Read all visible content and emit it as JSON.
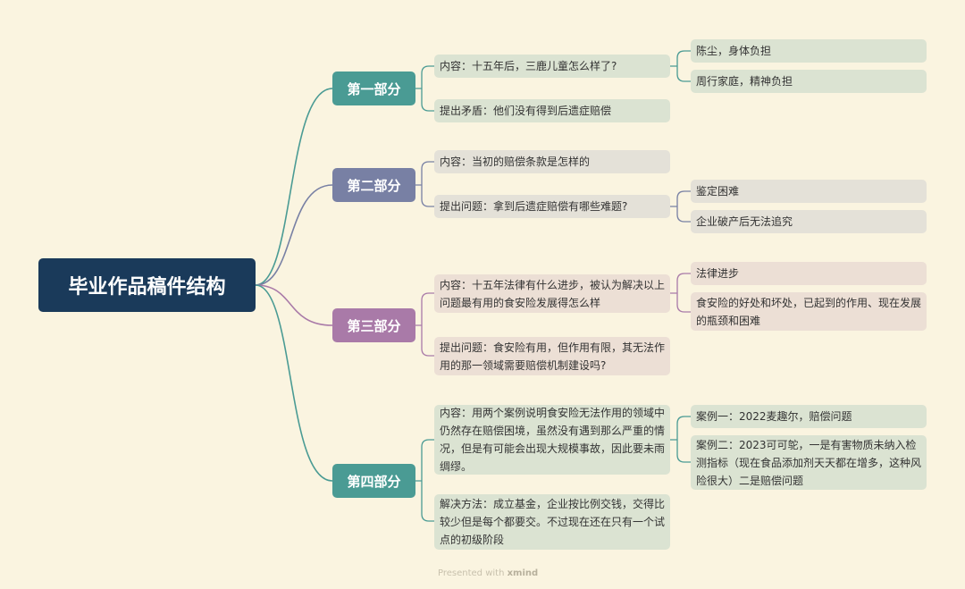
{
  "root": {
    "title": "毕业作品稿件结构"
  },
  "colors": {
    "root": "#1a3a5a",
    "part1": "#4a9b94",
    "part2": "#7880a4",
    "part3": "#a97aa8",
    "part4": "#4a9b94"
  },
  "parts": [
    {
      "label": "第一部分",
      "items": [
        {
          "text": "内容：十五年后，三鹿儿童怎么样了?",
          "children": [
            "陈尘，身体负担",
            "周行家庭，精神负担"
          ]
        },
        {
          "text": "提出矛盾：他们没有得到后遗症赔偿",
          "children": []
        }
      ]
    },
    {
      "label": "第二部分",
      "items": [
        {
          "text": "内容：当初的赔偿条款是怎样的",
          "children": []
        },
        {
          "text": "提出问题：拿到后遗症赔偿有哪些难题?",
          "children": [
            "鉴定困难",
            "企业破产后无法追究"
          ]
        }
      ]
    },
    {
      "label": "第三部分",
      "items": [
        {
          "text": "内容：十五年法律有什么进步，被认为解决以上问题最有用的食安险发展得怎么样",
          "children": [
            "法律进步",
            "食安险的好处和坏处，已起到的作用、现在发展的瓶颈和困难"
          ]
        },
        {
          "text": "提出问题：食安险有用，但作用有限，其无法作用的那一领域需要赔偿机制建设吗?",
          "children": []
        }
      ]
    },
    {
      "label": "第四部分",
      "items": [
        {
          "text": "内容：用两个案例说明食安险无法作用的领域中仍然存在赔偿困境，虽然没有遇到那么严重的情况，但是有可能会出现大规模事故，因此要未雨绸缪。",
          "children": [
            "案例一：2022麦趣尔，赔偿问题",
            "案例二：2023可可鸵，一是有害物质未纳入检测指标（现在食品添加剂天天都在增多，这种风险很大）二是赔偿问题"
          ]
        },
        {
          "text": "解决方法：成立基金，企业按比例交钱，交得比较少但是每个都要交。不过现在还在只有一个试点的初级阶段",
          "children": []
        }
      ]
    }
  ],
  "footer": {
    "presented": "Presented with",
    "brand": "xmind"
  }
}
